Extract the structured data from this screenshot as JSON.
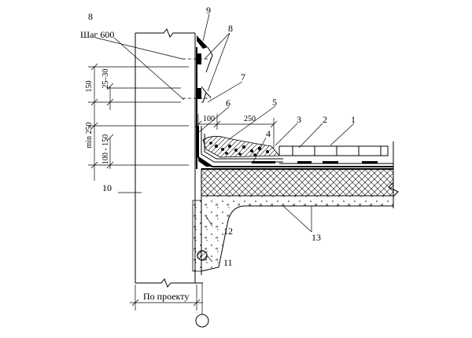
{
  "callouts": {
    "c1": "1",
    "c2": "2",
    "c3": "3",
    "c4": "4",
    "c5": "5",
    "c6": "6",
    "c7": "7",
    "c8a": "8",
    "c8b": "8",
    "c9": "9",
    "c10": "10",
    "c11": "11",
    "c12": "12",
    "c13": "13"
  },
  "labels": {
    "step": "Шаг 600",
    "per_project": "По проекту"
  },
  "dimensions": {
    "d150": "150",
    "d25_30": "25–30",
    "dmin250": "min 250",
    "d100_150": "100 - 150",
    "d100": "100",
    "d250": "250"
  }
}
